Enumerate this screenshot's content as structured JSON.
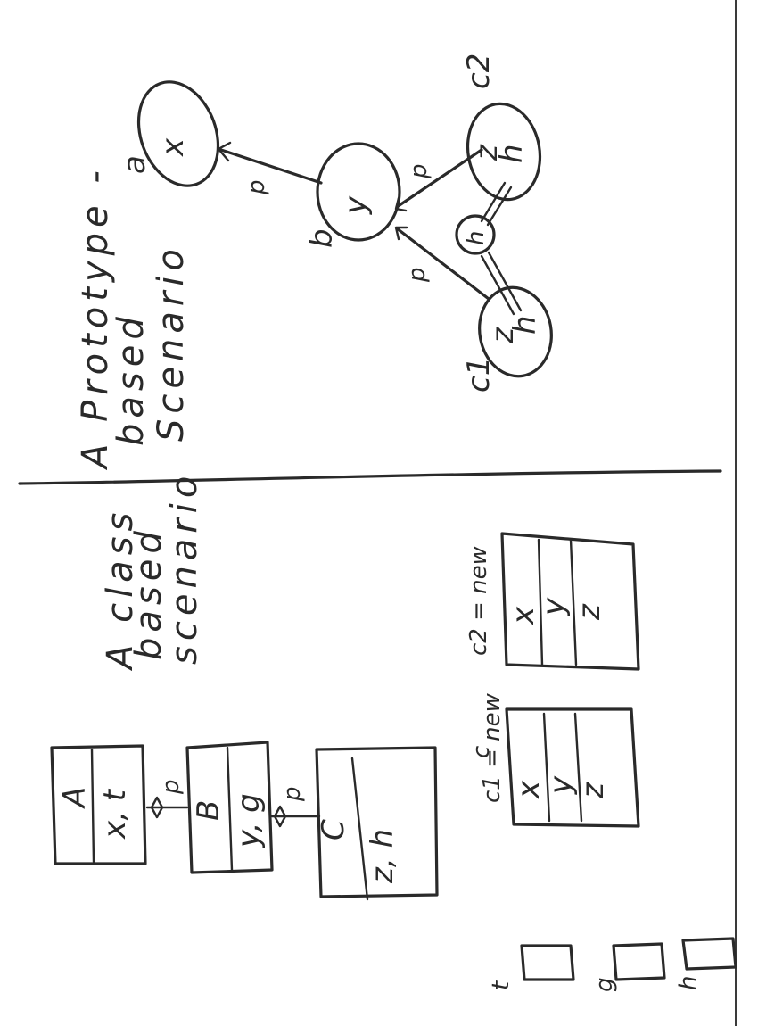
{
  "colors": {
    "ink": "#2a2a2a",
    "paper": "#ffffff"
  },
  "class_scenario": {
    "title_lines": [
      "A class",
      "based",
      "scenario"
    ],
    "classes": [
      {
        "name": "A",
        "fields": "x, t"
      },
      {
        "name": "B",
        "fields": "y, g"
      },
      {
        "name": "C",
        "fields": "z, h"
      }
    ],
    "link_label": "p",
    "instances": [
      {
        "label": "c1 = new",
        "label2": "c",
        "fields": [
          "x",
          "y",
          "z"
        ]
      },
      {
        "label": "c2 = new",
        "label2": "",
        "fields": [
          "x",
          "y",
          "z"
        ]
      }
    ],
    "legend": [
      "t",
      "g",
      "h"
    ]
  },
  "prototype_scenario": {
    "title_lines": [
      "A Prototype -",
      "based",
      "Scenario"
    ],
    "nodes": {
      "a": {
        "name": "a",
        "field": "x"
      },
      "b": {
        "name": "b",
        "field": "y"
      },
      "c1": {
        "name": "c1",
        "field1": "z",
        "field2": "h"
      },
      "c2": {
        "name": "c2",
        "field1": "z",
        "field2": "h"
      },
      "shared": {
        "field": "h"
      }
    },
    "link_label": "p"
  }
}
